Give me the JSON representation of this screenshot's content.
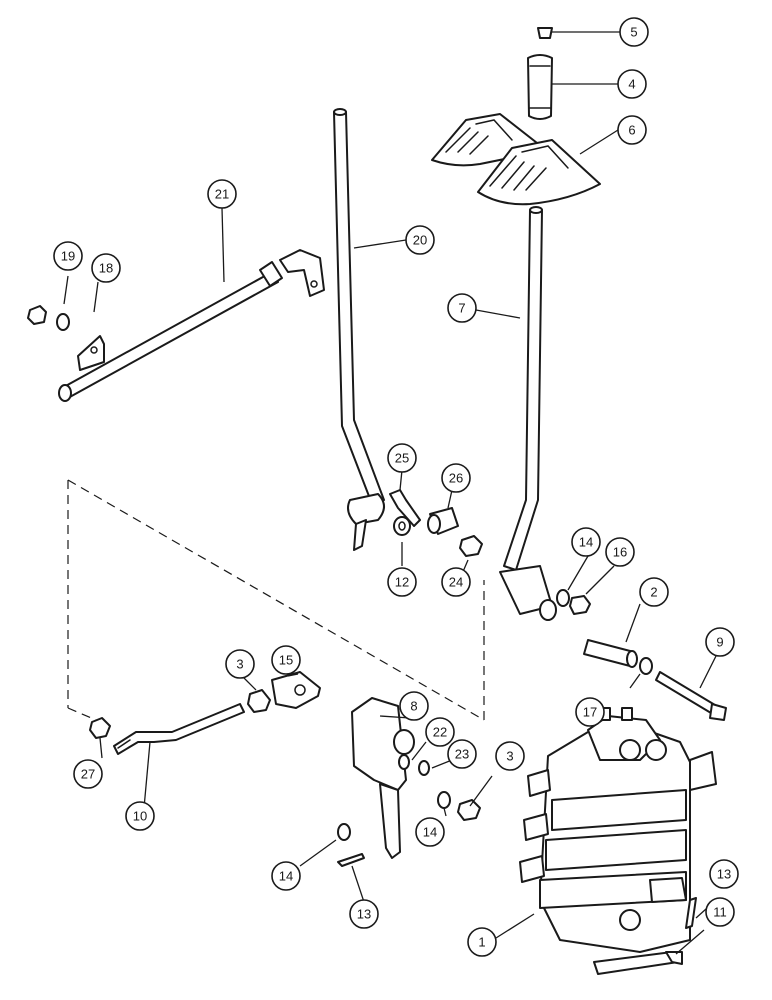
{
  "callouts": {
    "c1": "1",
    "c2": "2",
    "c3a": "3",
    "c3b": "3",
    "c4": "4",
    "c5": "5",
    "c6": "6",
    "c7": "7",
    "c8": "8",
    "c9": "9",
    "c10": "10",
    "c11": "11",
    "c12": "12",
    "c13a": "13",
    "c13b": "13",
    "c14a": "14",
    "c14b": "14",
    "c14c": "14",
    "c15": "15",
    "c16": "16",
    "c17": "17",
    "c18": "18",
    "c19": "19",
    "c20": "20",
    "c21": "21",
    "c22": "22",
    "c23": "23",
    "c24": "24",
    "c25": "25",
    "c26": "26",
    "c27": "27"
  }
}
